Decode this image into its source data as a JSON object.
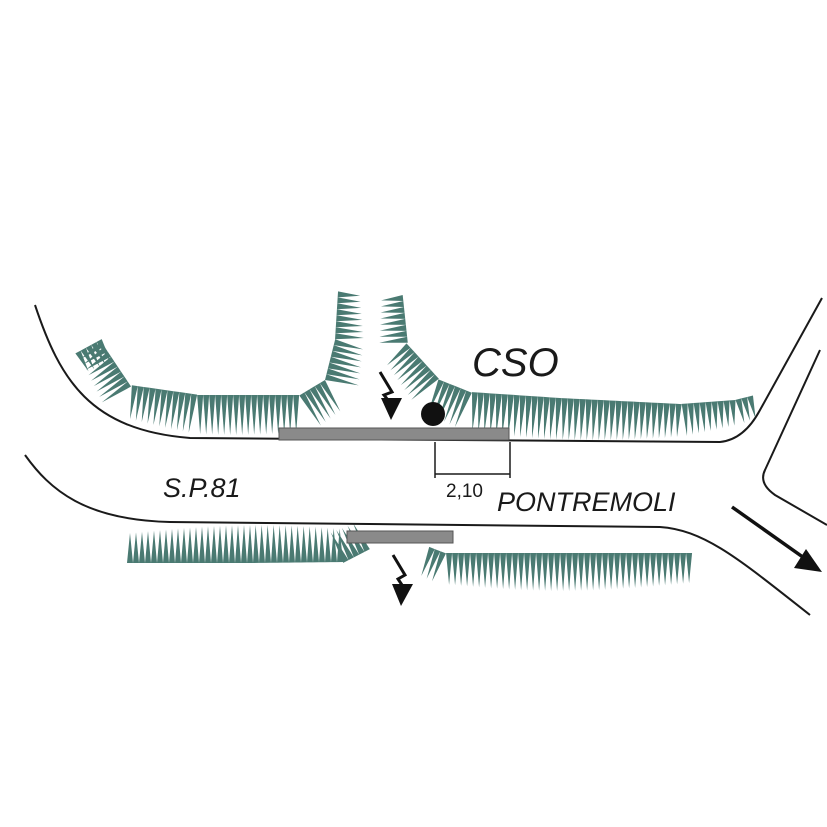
{
  "labels": {
    "cso": "CSO",
    "road_code": "S.P.81",
    "town": "PONTREMOLI",
    "dimension": "2,10"
  },
  "colors": {
    "embankment": "#4a7a72",
    "culvert": "#8a8a8a",
    "ink": "#1a1a1a"
  },
  "icons": [
    "flow-arrow-icon",
    "direction-arrow-icon",
    "point-marker-icon"
  ]
}
